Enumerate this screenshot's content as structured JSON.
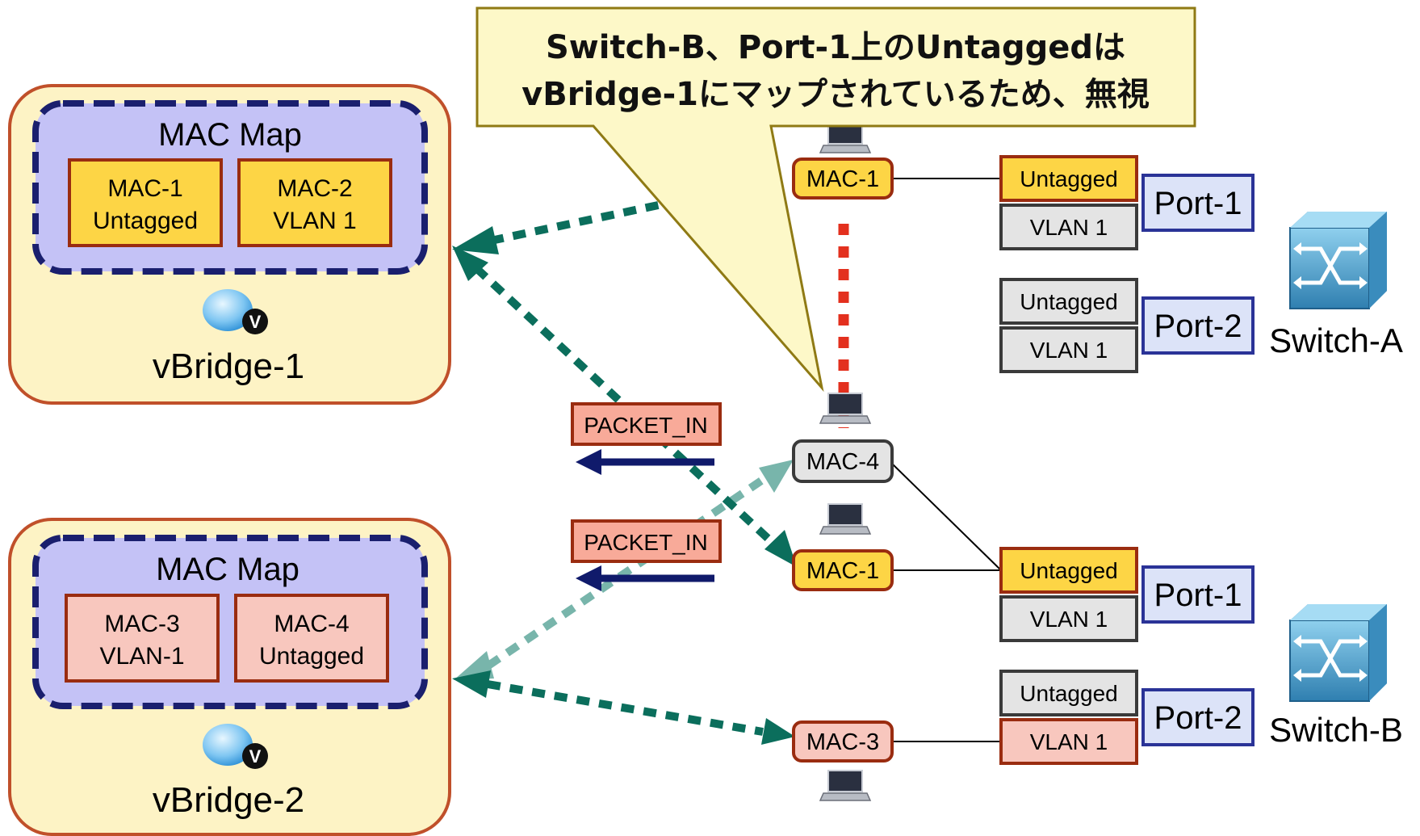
{
  "callout": {
    "line1": "Switch-B、Port-1上のUntaggedは",
    "line2": "vBridge-1にマップされているため、無視"
  },
  "vbridges": [
    {
      "name": "vBridge-1",
      "map_title": "MAC Map",
      "entries": [
        {
          "l1": "MAC-1",
          "l2": "Untagged"
        },
        {
          "l1": "MAC-2",
          "l2": "VLAN 1"
        }
      ]
    },
    {
      "name": "vBridge-2",
      "map_title": "MAC Map",
      "entries": [
        {
          "l1": "MAC-3",
          "l2": "VLAN-1"
        },
        {
          "l1": "MAC-4",
          "l2": "Untagged"
        }
      ]
    }
  ],
  "vbridge_icon_glyph": "V",
  "hosts": {
    "mac1_top": "MAC-1",
    "mac4": "MAC-4",
    "mac1_bottom": "MAC-1",
    "mac3": "MAC-3"
  },
  "packet_in": [
    "PACKET_IN",
    "PACKET_IN"
  ],
  "switch_a": {
    "name": "Switch-A",
    "ports": [
      {
        "name": "Port-1",
        "untagged": "Untagged",
        "vlan": "VLAN 1"
      },
      {
        "name": "Port-2",
        "untagged": "Untagged",
        "vlan": "VLAN 1"
      }
    ]
  },
  "switch_b": {
    "name": "Switch-B",
    "ports": [
      {
        "name": "Port-1",
        "untagged": "Untagged",
        "vlan": "VLAN 1"
      },
      {
        "name": "Port-2",
        "untagged": "Untagged",
        "vlan": "VLAN 1"
      }
    ]
  },
  "colors": {
    "vbridge_bg": "#fdf3c5",
    "vbridge_border": "#c0502a",
    "macmap_bg": "#c4c2f6",
    "macmap_border": "#1a1f6e",
    "yellow_box": "#fdd545",
    "pink_box": "#f8c7be",
    "grey_box": "#e4e4e4",
    "port_box": "#dce3f8",
    "port_border": "#2a3397",
    "teal_arrow": "#0b6e5c",
    "light_teal_arrow": "#78b5ab",
    "navy_arrow": "#101a6b",
    "red_dash": "#e3301e",
    "callout_bg": "#fdf8c8",
    "callout_border": "#8f7a14"
  }
}
